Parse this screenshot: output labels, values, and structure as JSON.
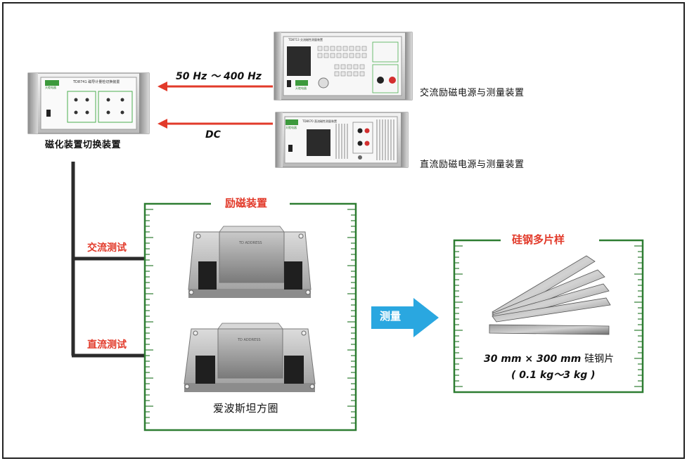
{
  "arrows": {
    "ac_freq": "50 Hz ～ 400 Hz",
    "dc": "DC"
  },
  "devices": {
    "switcher": {
      "label": "磁化装置切换装置",
      "panel_title": "TD8741 磁导计量检切换装置",
      "brand": "天睦电器"
    },
    "ac_source": {
      "label": "交流励磁电源与测量装置",
      "panel_title": "TD8713 交流磁性测量装置",
      "brand": "天睦电器"
    },
    "dc_source": {
      "label": "直流励磁电源与测量装置",
      "panel_title": "TD8670 直流磁性测量装置",
      "brand": "天睦电器"
    }
  },
  "branches": {
    "ac_test": "交流测试",
    "dc_test": "直流测试"
  },
  "excitation": {
    "title": "励磁装置",
    "coil_label": "爱波斯坦方圈",
    "coil_brand": "TD ADDRESS"
  },
  "measure": {
    "label": "测量",
    "color": "#2aa7e0"
  },
  "sample": {
    "title": "硅钢多片样",
    "spec_size": "30 mm × 300 mm",
    "spec_name": "硅钢片",
    "spec_weight": "( 0.1 kg～3 kg )"
  },
  "colors": {
    "accent_red": "#e23a2a",
    "frame_green": "#2e7d32",
    "arrow_blue": "#2aa7e0"
  }
}
